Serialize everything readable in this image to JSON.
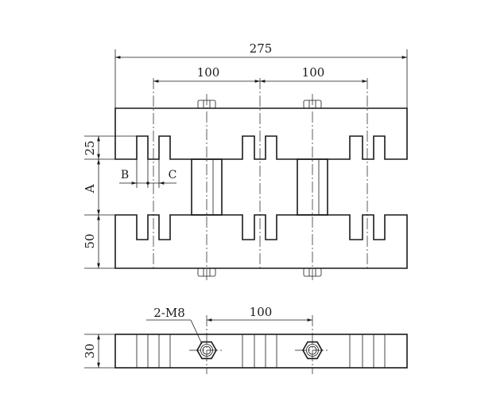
{
  "drawing": {
    "overall_length": "275",
    "left_spacing": "100",
    "right_spacing": "100",
    "slot_depth": "25",
    "lower_height": "50",
    "gap": "A",
    "slot_b": "B",
    "slot_c": "C",
    "bolt_note": "2-M8",
    "bottom_spacing": "100",
    "thickness": "30"
  },
  "colors": {
    "line": "#1a1a1a",
    "background": "#ffffff"
  }
}
